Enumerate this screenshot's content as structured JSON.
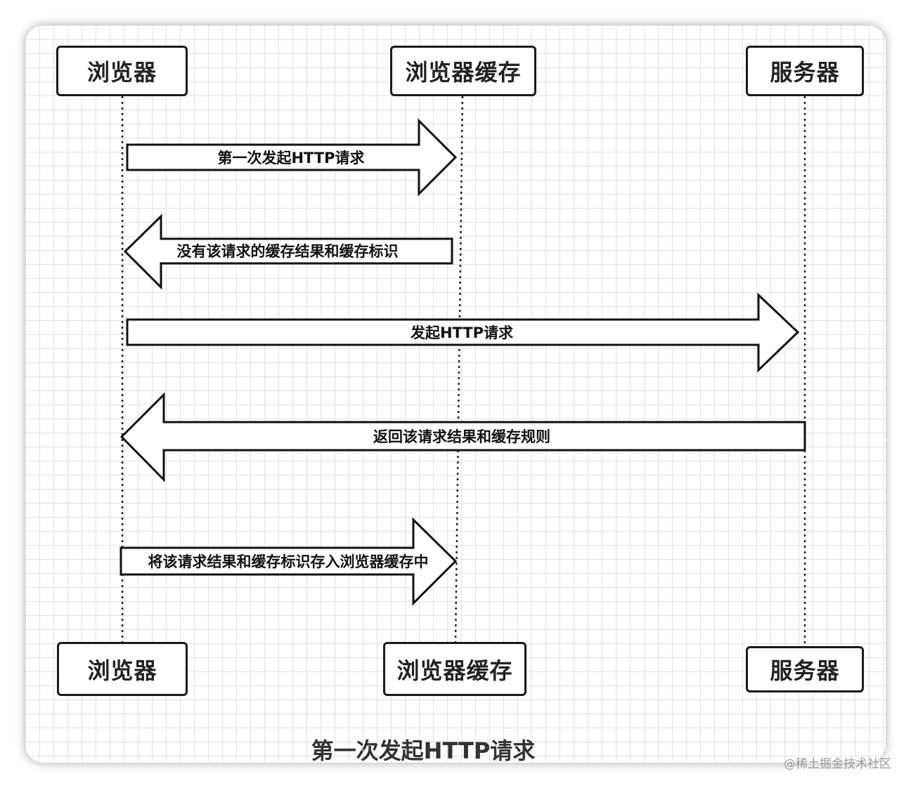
{
  "actors": {
    "browser": "浏览器",
    "cache": "浏览器缓存",
    "server": "服务器"
  },
  "messages": [
    {
      "label": "第一次发起HTTP请求"
    },
    {
      "label": "没有该请求的缓存结果和缓存标识"
    },
    {
      "label": "发起HTTP请求"
    },
    {
      "label": "返回该请求结果和缓存规则"
    },
    {
      "label": "将该请求结果和缓存标识存入浏览器缓存中"
    }
  ],
  "caption": "第一次发起HTTP请求",
  "watermark": "@稀土掘金技术社区"
}
